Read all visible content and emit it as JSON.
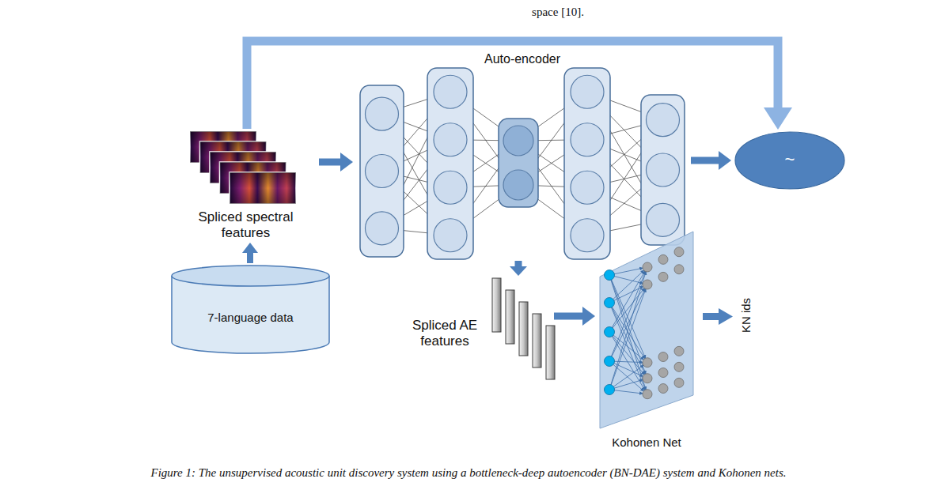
{
  "diagram": {
    "caption": "Figure 1: The unsupervised acoustic unit discovery system using a bottleneck-deep autoencoder (BN-DAE) system and Kohonen nets.",
    "nodes": [
      {
        "text": [
          "Spliced spectral features"
        ]
      },
      {
        "text": [
          "7-language data"
        ]
      },
      {
        "text": [
          "Auto-encoder"
        ]
      },
      {
        "text": [
          "~"
        ]
      },
      {
        "text": [
          "Spliced AE features"
        ]
      },
      {
        "text": [
          "Kohonen Net"
        ]
      }
    ],
    "edges": [
      {
        "from": 1,
        "to": 0,
        "arrow": "to"
      },
      {
        "from": 0,
        "to": 2,
        "arrow": "to"
      },
      {
        "from": 0,
        "to": 3,
        "arrow": "to"
      },
      {
        "from": 2,
        "to": 3,
        "arrow": "to"
      },
      {
        "from": 2,
        "to": 4,
        "arrow": "to"
      },
      {
        "from": 4,
        "to": 5,
        "arrow": "to"
      }
    ],
    "labels": [
      "space [10].",
      "KN ids"
    ]
  }
}
